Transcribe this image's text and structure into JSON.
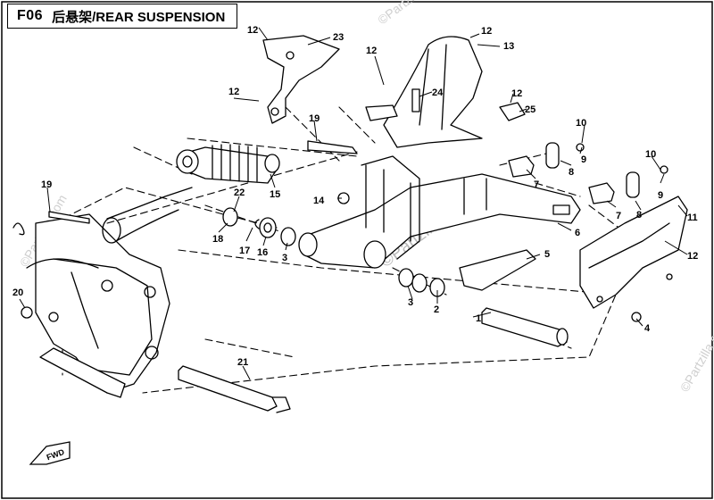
{
  "page": {
    "code": "F06",
    "title": "后悬架/REAR SUSPENSION",
    "watermark": "©Partzilla.com",
    "fwd_label": "FWD"
  },
  "callouts": [
    "1",
    "2",
    "3",
    "3",
    "4",
    "5",
    "6",
    "7",
    "7",
    "8",
    "8",
    "9",
    "9",
    "10",
    "10",
    "11",
    "12",
    "12",
    "12",
    "12",
    "12",
    "12",
    "13",
    "14",
    "15",
    "16",
    "17",
    "18",
    "19",
    "19",
    "20",
    "21",
    "22",
    "23",
    "24",
    "25"
  ]
}
